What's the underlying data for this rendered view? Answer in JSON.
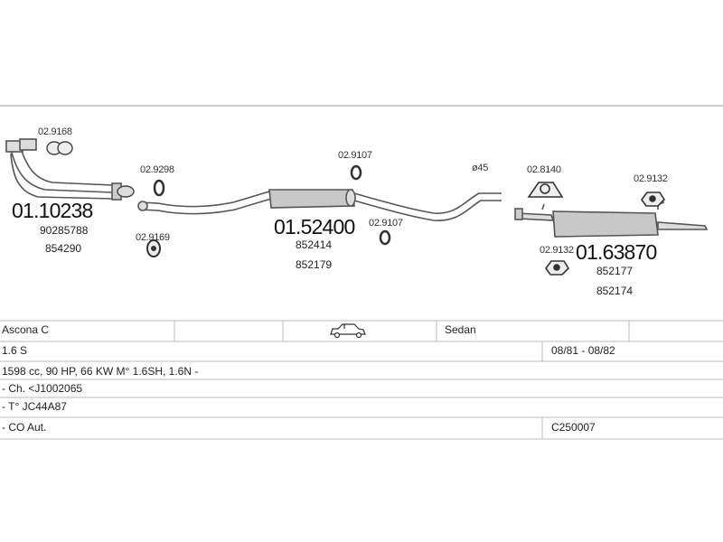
{
  "parts": {
    "downpipe": {
      "number": "01.10238",
      "oem": [
        "90285788",
        "854290"
      ]
    },
    "middle_silencer": {
      "number": "01.52400",
      "oem": [
        "852414",
        "852179"
      ]
    },
    "rear_silencer": {
      "number": "01.63870",
      "oem": [
        "852177",
        "852174"
      ]
    }
  },
  "accessories": {
    "gasket_flange": "02.9168",
    "ring_front": "02.9298",
    "clamp_front": "02.9169",
    "ring_mid_top": "02.9107",
    "ring_mid_bottom": "02.9107",
    "hanger_rear": "02.8140",
    "rubber_rear_right": "02.9132",
    "rubber_rear_left": "02.9132"
  },
  "pipe_diameter": "ø45",
  "vehicle": {
    "model": "Ascona C",
    "body": "Sedan",
    "body_icon": "sedan-car-icon",
    "engine": "1.6 S",
    "years": "08/81 - 08/82",
    "spec": "1598 cc, 90 HP, 66 KW M° 1.6SH, 1.6N -",
    "chassis": "- Ch. <J1002065",
    "type_code": "- T° JC44A87",
    "emission": "- CO Aut.",
    "catalog_code": "C250007"
  }
}
